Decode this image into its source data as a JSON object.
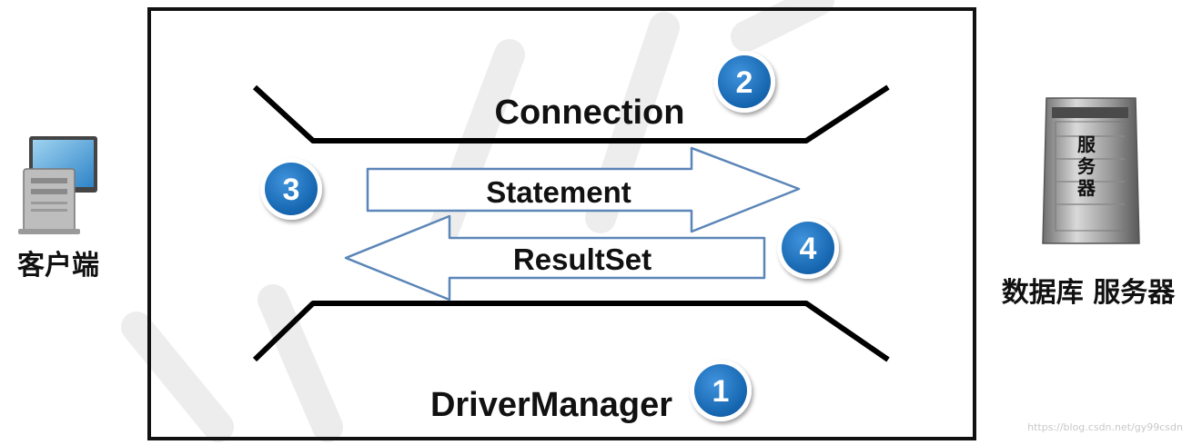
{
  "client": {
    "label": "客户端",
    "icon": "computer-icon"
  },
  "server": {
    "label": "数据库 服务器",
    "icon": "server-tower-icon",
    "tower_text": [
      "服",
      "务",
      "器"
    ]
  },
  "components": {
    "connection": "Connection",
    "statement": "Statement",
    "resultset": "ResultSet",
    "drivermanager": "DriverManager"
  },
  "steps": {
    "connection": "2",
    "statement": "3",
    "resultset": "4",
    "drivermanager": "1"
  },
  "watermark": "https://blog.csdn.net/gy99csdn",
  "colors": {
    "badge_fill": "#1a6fb8",
    "arrow_stroke": "#5b86b8",
    "frame": "#111111",
    "bracket": "#000000"
  }
}
